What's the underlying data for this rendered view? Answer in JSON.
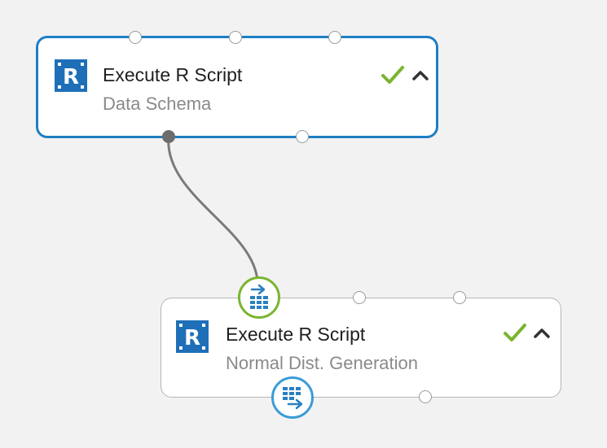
{
  "modules": [
    {
      "title": "Execute R Script",
      "subtitle": "Data Schema",
      "status": "completed",
      "selected": true
    },
    {
      "title": "Execute R Script",
      "subtitle": "Normal Dist. Generation",
      "status": "completed",
      "selected": false
    }
  ],
  "colors": {
    "selected_border": "#1e7fc4",
    "status_check": "#7ab52f",
    "input_port_highlight": "#7ab52f",
    "output_port_highlight": "#3a9cd6",
    "r_logo": "#1e6fb8",
    "canvas_bg": "#f2f2f2"
  },
  "icons": {
    "module_logo": "r-script-icon",
    "status": "check-icon",
    "collapse": "caret-up-icon",
    "input_port": "dataset-input-icon",
    "output_port": "dataset-output-icon"
  }
}
